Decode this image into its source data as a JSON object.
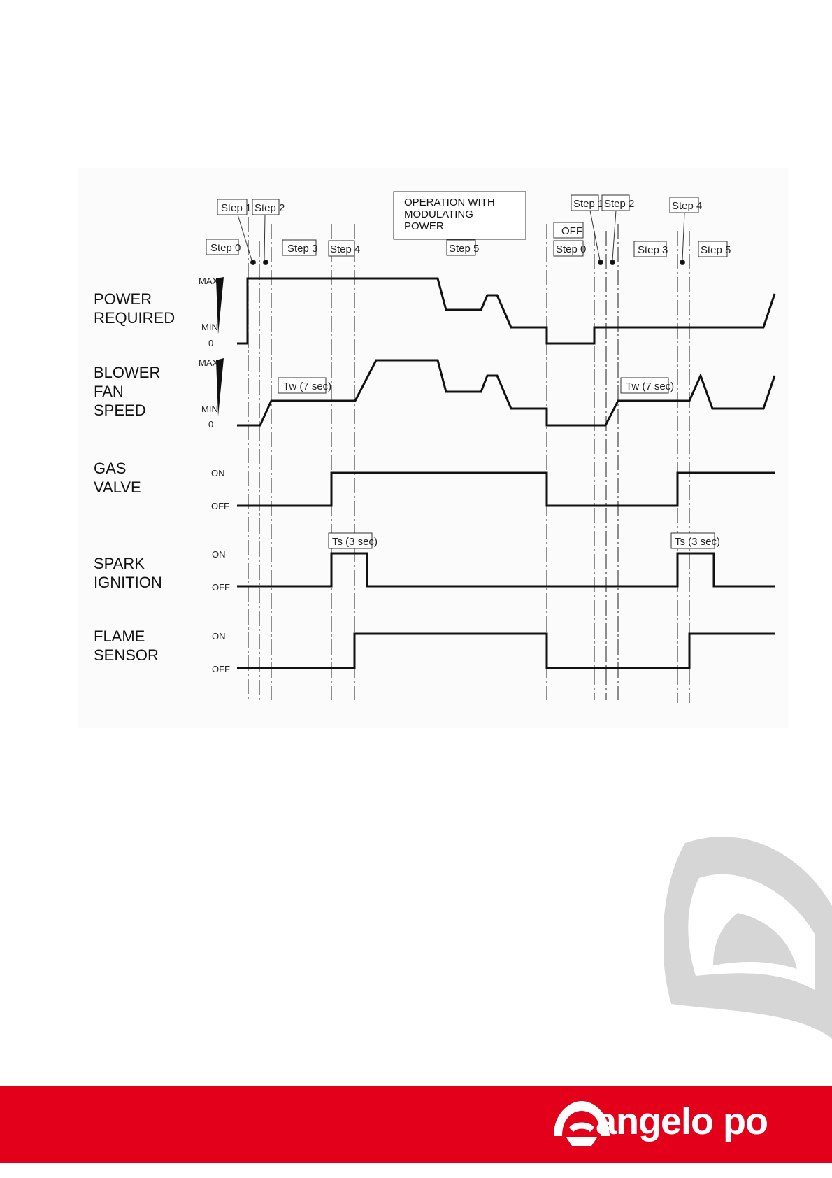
{
  "rows": [
    {
      "id": "power",
      "label": "POWER\nREQUIRED",
      "scale": [
        "MAX",
        "MIN",
        "0"
      ]
    },
    {
      "id": "fan",
      "label": "BLOWER\nFAN\nSPEED",
      "scale": [
        "MAX",
        "MIN",
        "0"
      ]
    },
    {
      "id": "gas",
      "label": "GAS\nVALVE",
      "scale": [
        "ON",
        "OFF"
      ]
    },
    {
      "id": "spark",
      "label": "SPARK\nIGNITION",
      "scale": [
        "ON",
        "OFF"
      ]
    },
    {
      "id": "flame",
      "label": "FLAME\nSENSOR",
      "scale": [
        "ON",
        "OFF"
      ]
    }
  ],
  "steps": {
    "step0": "Step 0",
    "step1": "Step 1",
    "step2": "Step 2",
    "step3": "Step 3",
    "step4": "Step 4",
    "step5": "Step 5",
    "off": "OFF"
  },
  "operation_note": [
    "OPERATION WITH",
    "MODULATING",
    "POWER"
  ],
  "timers": {
    "tw": "Tw (7 sec)",
    "ts": "Ts (3 sec)"
  },
  "brand": {
    "name": "angelo po",
    "color": "#e2001a"
  }
}
